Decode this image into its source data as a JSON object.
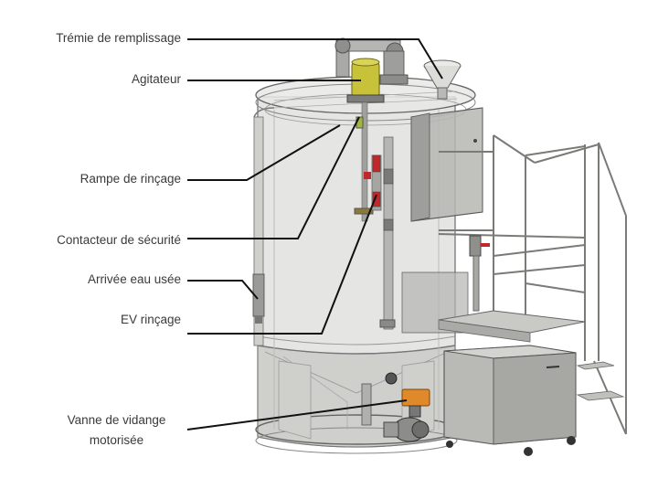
{
  "labels": {
    "tremie": "Trémie de remplissage",
    "agitateur": "Agitateur",
    "rampe": "Rampe de rinçage",
    "contacteur": "Contacteur de sécurité",
    "arrivee": "Arrivée eau usée",
    "ev": "EV rinçage",
    "vanne_line1": "Vanne de vidange",
    "vanne_line2": "motorisée"
  },
  "colors": {
    "tank_fill": "#d9d9d7",
    "tank_stroke": "#6b6b6b",
    "leader": "#111111",
    "motor": "#c8c23a",
    "valve": "#e0892a",
    "valve_red": "#c0282c",
    "text": "#3a3a3a"
  }
}
